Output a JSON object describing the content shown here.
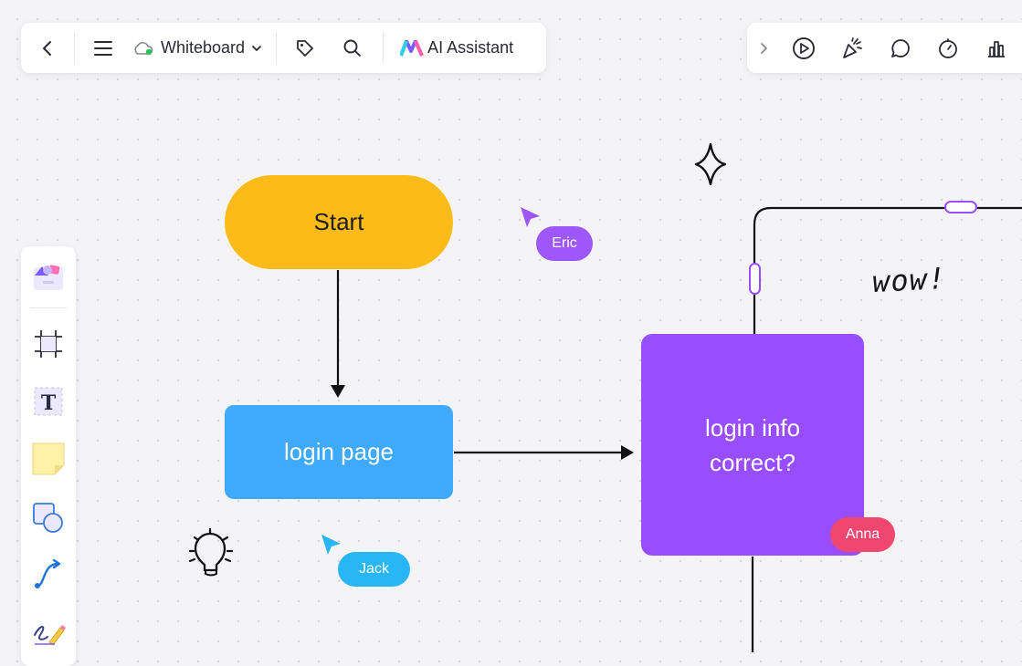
{
  "toolbar_left": {
    "back_icon": "chevron-left-icon",
    "menu_icon": "hamburger-menu-icon",
    "cloud_icon": "cloud-synced-icon",
    "title": "Whiteboard",
    "dropdown_icon": "chevron-down-icon",
    "tag_icon": "tag-icon",
    "search_icon": "search-icon",
    "ai_label": "AI Assistant"
  },
  "toolbar_right": {
    "items": [
      "expand-chevron-icon",
      "play-icon",
      "celebrate-icon",
      "comment-icon",
      "timer-icon",
      "vote-icon"
    ]
  },
  "side_toolbar": {
    "items": [
      "template-icon",
      "frame-icon",
      "text-icon",
      "sticky-note-icon",
      "shape-icon",
      "connector-icon",
      "pen-icon"
    ],
    "text_tool_glyph": "T"
  },
  "canvas": {
    "nodes": {
      "start": "Start",
      "login_page": "login page",
      "login_info_line1": "login info",
      "login_info_line2": "correct?"
    },
    "annotation_text": "wow!",
    "cursors": {
      "eric": "Eric",
      "jack": "Jack",
      "anna": "Anna"
    },
    "colors": {
      "start": "#fdbb1a",
      "login_page": "#3fa9fb",
      "login_info": "#984dff",
      "eric": "#9e57fb",
      "jack": "#29b6f6",
      "anna": "#f0466f"
    }
  }
}
